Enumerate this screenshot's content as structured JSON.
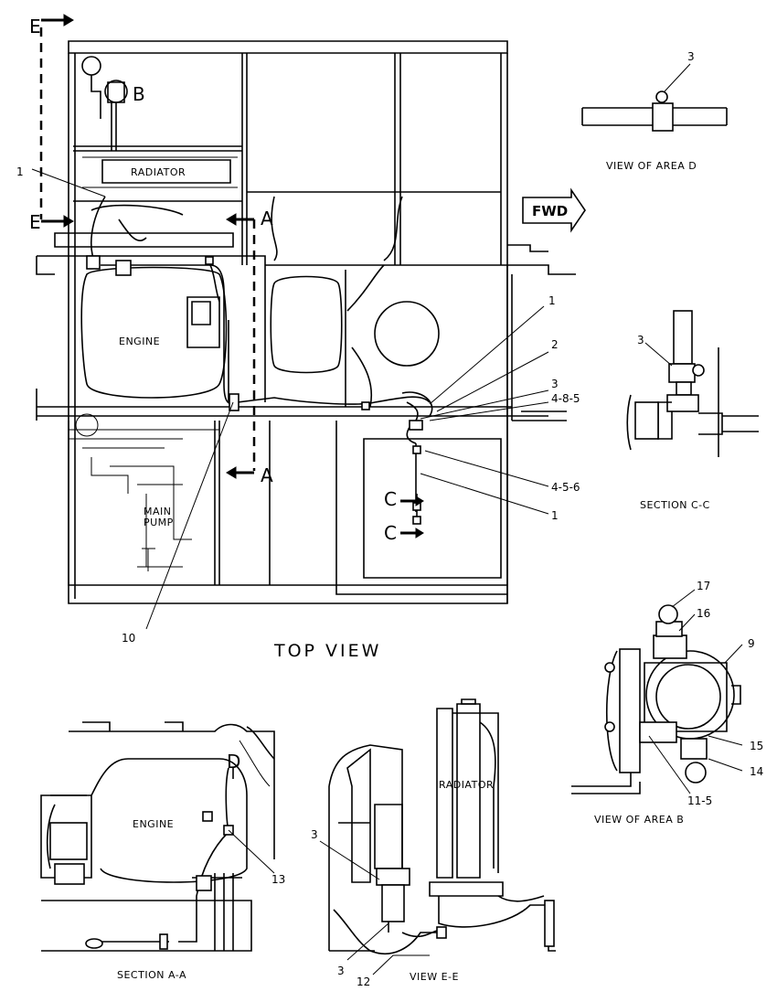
{
  "labels": {
    "radiator_top": "RADIATOR",
    "engine_top": "ENGINE",
    "main_pump_1": "MAIN",
    "main_pump_2": "PUMP",
    "fwd": "FWD",
    "top_view": "TOP VIEW",
    "view_area_d": "VIEW OF AREA D",
    "section_cc": "SECTION C-C",
    "view_area_b": "VIEW OF AREA B",
    "engine_aa": "ENGINE",
    "section_aa": "SECTION A-A",
    "radiator_ee": "RADIATOR",
    "view_ee": "VIEW E-E"
  },
  "section_markers": {
    "e_top": "E",
    "e_bottom": "E",
    "a_top": "A",
    "a_bottom": "A",
    "c_top": "C",
    "c_bottom": "C",
    "b": "B",
    "d": "D"
  },
  "callouts": {
    "c1_left": "1",
    "c1_right_top": "1",
    "c2": "2",
    "c3_top": "3",
    "c4856": "4-8-5",
    "c456": "4-5-6",
    "c1_right_bottom": "1",
    "c10": "10",
    "c3_area_d": "3",
    "c3_section_cc": "3",
    "c17": "17",
    "c16": "16",
    "c9": "9",
    "c15": "15",
    "c14": "14",
    "c115": "11-5",
    "c13": "13",
    "c3_ee_top": "3",
    "c3_ee_bottom": "3",
    "c12": "12"
  }
}
